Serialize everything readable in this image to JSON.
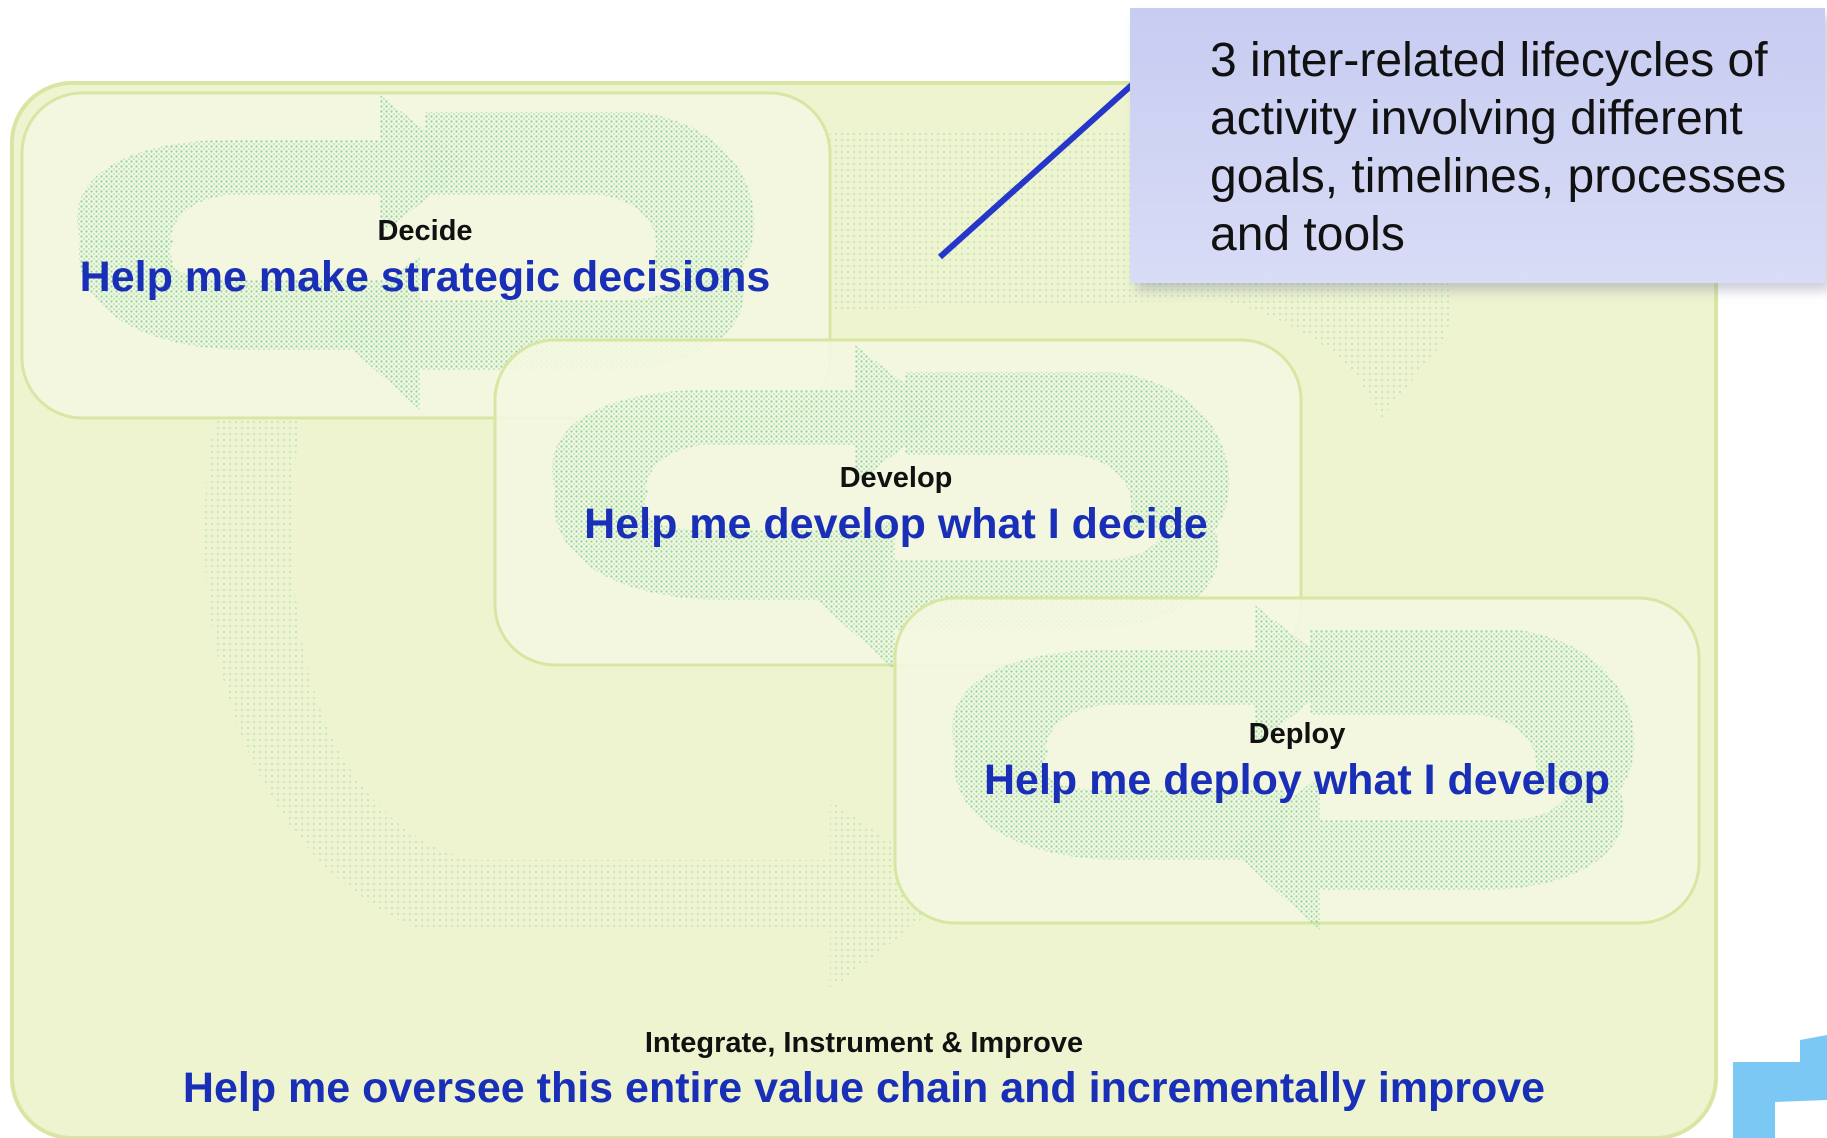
{
  "callout": {
    "text": "3 inter-related lifecycles of activity involving different goals, timelines, processes and tools"
  },
  "lifecycles": [
    {
      "label": "Decide",
      "tagline": "Help me make strategic decisions"
    },
    {
      "label": "Develop",
      "tagline": "Help me develop what I decide"
    },
    {
      "label": "Deploy",
      "tagline": "Help me deploy what I develop"
    }
  ],
  "overall": {
    "label": "Integrate, Instrument & Improve",
    "tagline": "Help me oversee this entire value chain and incrementally improve"
  },
  "colors": {
    "outer_panel": "#eef4cf",
    "inner_panel": "#f4f7e0",
    "panel_border": "#d8e6a4",
    "arrow_green": "#7fd29a",
    "tagline_blue": "#1a2fb8",
    "callout_bg": "#cdd1f3",
    "pointer_line": "#2636c8",
    "corner_shape": "#7cc8f4"
  }
}
